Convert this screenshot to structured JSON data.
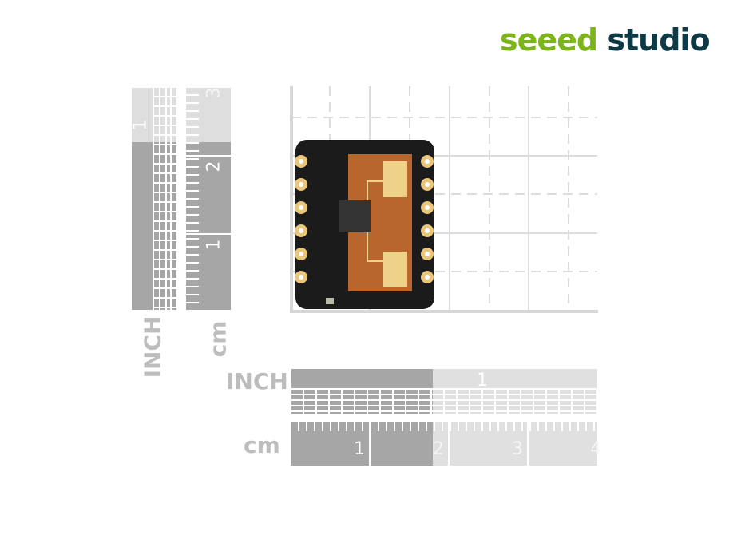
{
  "logo": {
    "part1": "seeed",
    "part2": "studio",
    "colors": {
      "part1": "#7cb518",
      "part2": "#0e3a48"
    }
  },
  "rulers": {
    "inch_label": "INCH",
    "cm_label": "cm",
    "vertical_inch_numbers": [
      "1"
    ],
    "vertical_cm_numbers": [
      "3",
      "2",
      "1"
    ],
    "horizontal_inch_numbers": [
      "1"
    ],
    "horizontal_cm_numbers": [
      "1",
      "2",
      "3",
      "4"
    ]
  },
  "product": {
    "board_color": "#1b1b1b",
    "antenna_color": "#b8662e",
    "pad_color": "#e6c77c"
  }
}
